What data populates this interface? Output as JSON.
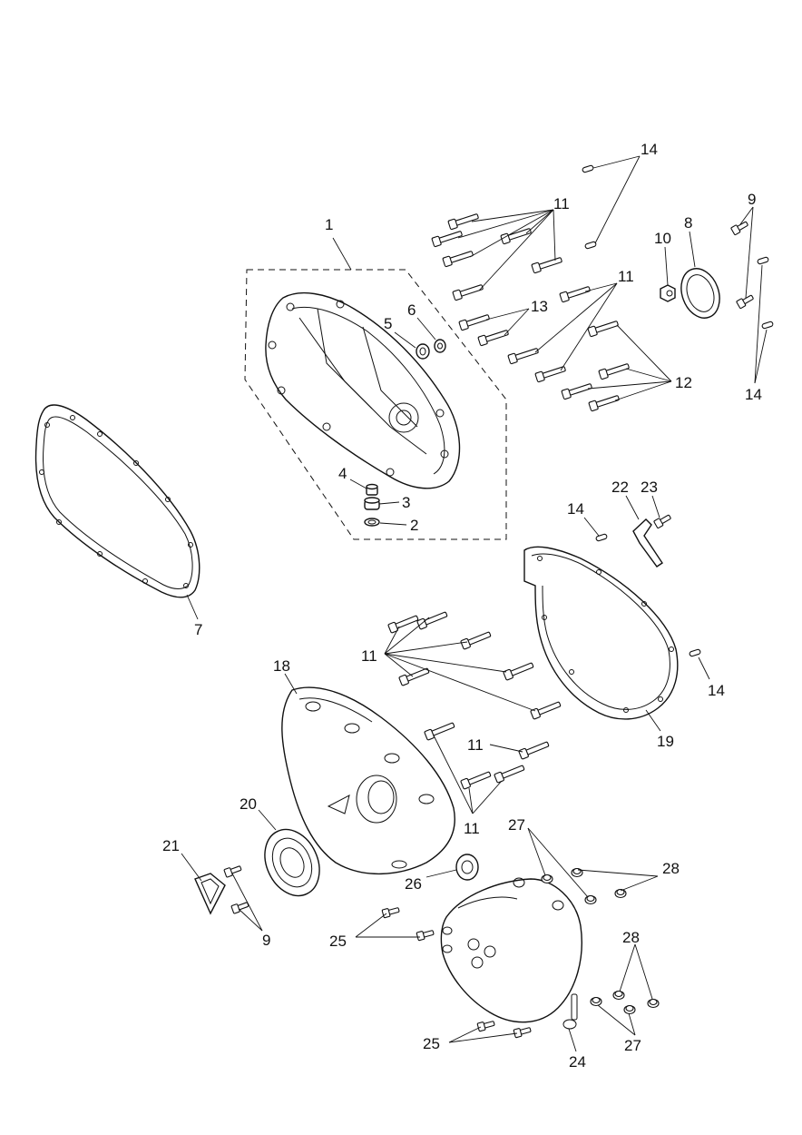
{
  "diagram": {
    "callouts": [
      {
        "id": "c1",
        "text": "1"
      },
      {
        "id": "c2",
        "text": "2"
      },
      {
        "id": "c3",
        "text": "3"
      },
      {
        "id": "c4",
        "text": "4"
      },
      {
        "id": "c5",
        "text": "5"
      },
      {
        "id": "c6",
        "text": "6"
      },
      {
        "id": "c7",
        "text": "7"
      },
      {
        "id": "c8",
        "text": "8"
      },
      {
        "id": "c9a",
        "text": "9"
      },
      {
        "id": "c9b",
        "text": "9"
      },
      {
        "id": "c10",
        "text": "10"
      },
      {
        "id": "c11a",
        "text": "11"
      },
      {
        "id": "c11b",
        "text": "11"
      },
      {
        "id": "c11c",
        "text": "11"
      },
      {
        "id": "c11d",
        "text": "11"
      },
      {
        "id": "c11e",
        "text": "11"
      },
      {
        "id": "c12",
        "text": "12"
      },
      {
        "id": "c13",
        "text": "13"
      },
      {
        "id": "c14a",
        "text": "14"
      },
      {
        "id": "c14b",
        "text": "14"
      },
      {
        "id": "c14c",
        "text": "14"
      },
      {
        "id": "c14d",
        "text": "14"
      },
      {
        "id": "c18",
        "text": "18"
      },
      {
        "id": "c19",
        "text": "19"
      },
      {
        "id": "c20",
        "text": "20"
      },
      {
        "id": "c21",
        "text": "21"
      },
      {
        "id": "c22",
        "text": "22"
      },
      {
        "id": "c23",
        "text": "23"
      },
      {
        "id": "c24",
        "text": "24"
      },
      {
        "id": "c25a",
        "text": "25"
      },
      {
        "id": "c25b",
        "text": "25"
      },
      {
        "id": "c26",
        "text": "26"
      },
      {
        "id": "c27a",
        "text": "27"
      },
      {
        "id": "c27b",
        "text": "27"
      },
      {
        "id": "c28a",
        "text": "28"
      },
      {
        "id": "c28b",
        "text": "28"
      }
    ]
  }
}
